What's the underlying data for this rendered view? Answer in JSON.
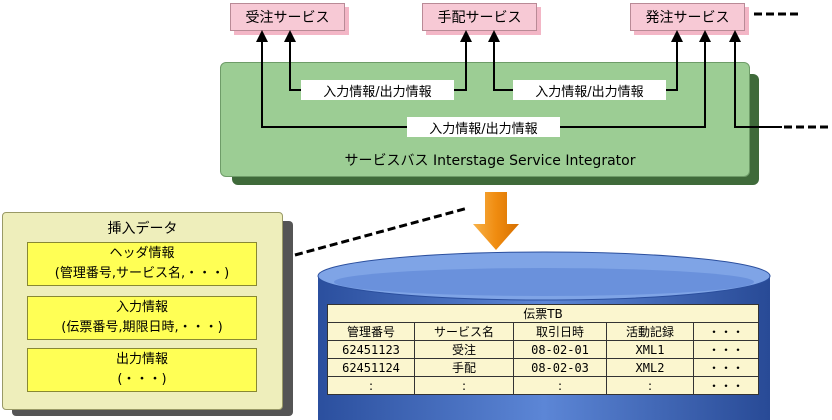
{
  "services": [
    "受注サービス",
    "手配サービス",
    "発注サービス"
  ],
  "io_labels": [
    "入力情報/出力情報",
    "入力情報/出力情報",
    "入力情報/出力情報"
  ],
  "bus_label": "サービスバス Interstage Service Integrator",
  "insert_panel": {
    "title": "挿入データ",
    "boxes": [
      {
        "line1": "ヘッダ情報",
        "line2": "(管理番号,サービス名,・・・)"
      },
      {
        "line1": "入力情報",
        "line2": "(伝票番号,期限日時,・・・)"
      },
      {
        "line1": "出力情報",
        "line2": "(・・・)"
      }
    ]
  },
  "table": {
    "title": "伝票TB",
    "headers": [
      "管理番号",
      "サービス名",
      "取引日時",
      "活動記録",
      "・・・"
    ],
    "rows": [
      [
        "62451123",
        "受注",
        "08-02-01",
        "XML1",
        "・・・"
      ],
      [
        "62451124",
        "手配",
        "08-02-03",
        "XML2",
        "・・・"
      ],
      [
        ":",
        ":",
        ":",
        ":",
        "・・・"
      ]
    ]
  },
  "colors": {
    "service_fill": "#f7c9d5",
    "bus_fill": "#9ccd94",
    "panel_fill": "#eeeebb",
    "box_fill": "#ffff55",
    "db_fill": "#3a64b8",
    "arrow_fill": "#f39a1e"
  }
}
